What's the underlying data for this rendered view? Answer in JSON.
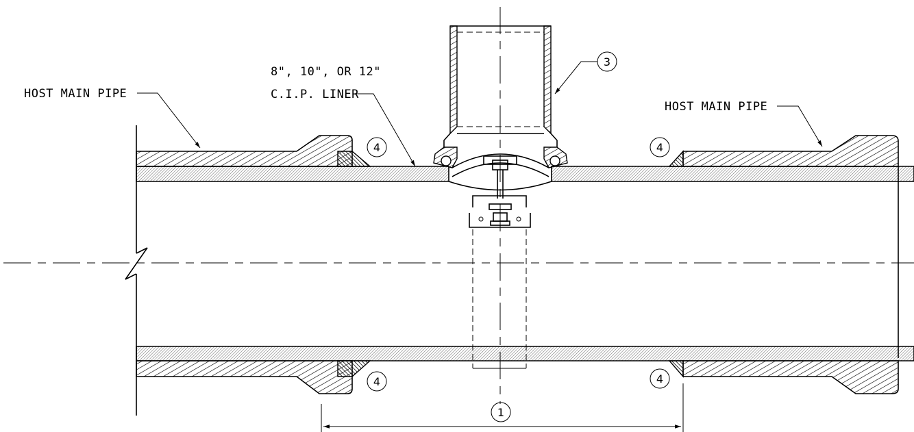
{
  "labels": {
    "host_main_pipe_left": "HOST MAIN PIPE",
    "host_main_pipe_right": "HOST MAIN PIPE",
    "liner_size": "8\", 10\", OR 12\"",
    "liner_name": "C.I.P. LINER"
  },
  "callouts": {
    "dimension": "1",
    "lateral_fitting": "3",
    "seal": "4"
  }
}
